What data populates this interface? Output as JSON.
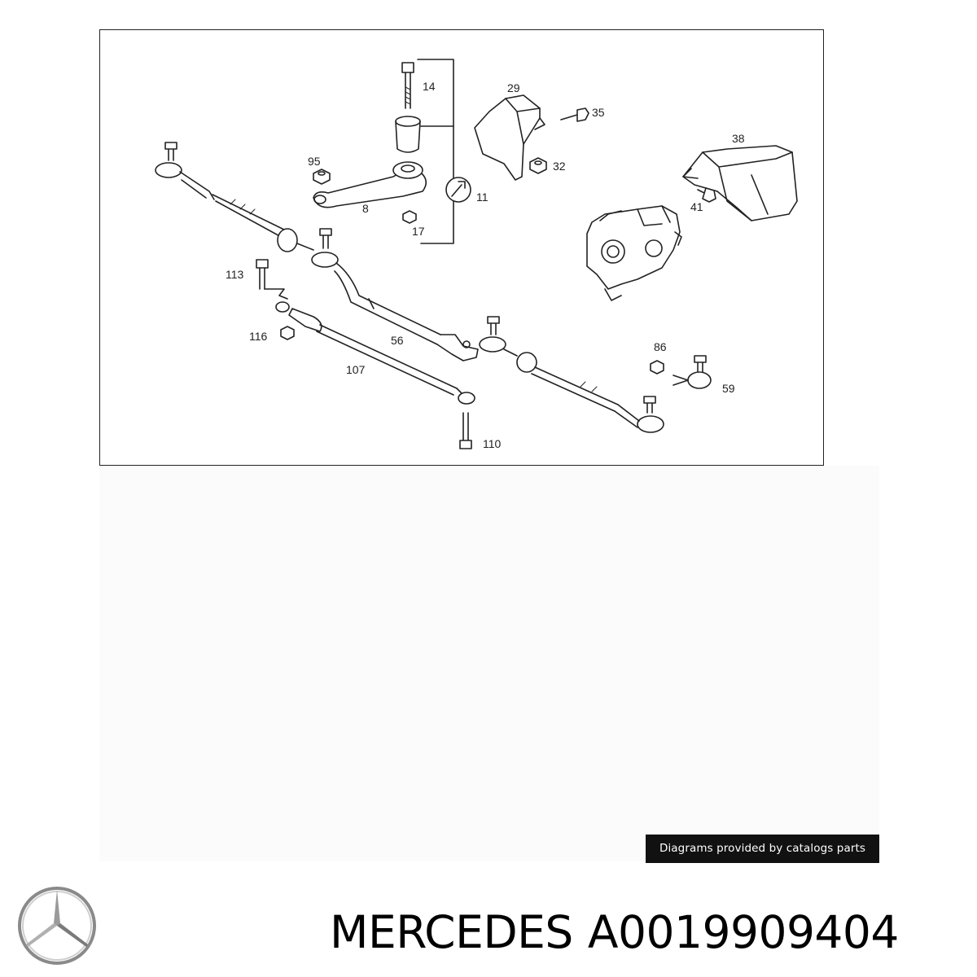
{
  "diagram": {
    "part_labels": [
      "14",
      "29",
      "35",
      "38",
      "95",
      "11",
      "32",
      "8",
      "41",
      "17",
      "113",
      "116",
      "56",
      "86",
      "107",
      "59",
      "110"
    ]
  },
  "credit_badge": {
    "text": "Diagrams provided by catalogs parts"
  },
  "footer": {
    "brand": "MERCEDES",
    "part_number": "A0019909404"
  },
  "logo": {
    "icon": "mercedes-star-icon",
    "color": "#888888"
  }
}
